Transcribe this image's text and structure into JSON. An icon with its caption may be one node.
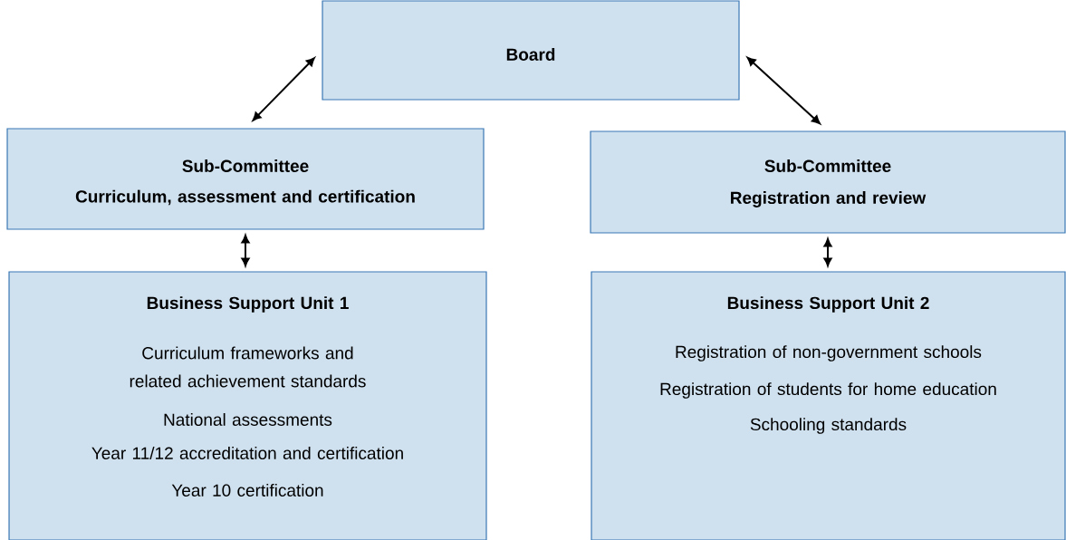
{
  "diagram": {
    "nodes": [
      {
        "text": [
          "Board"
        ]
      },
      {
        "text": [
          "Sub-Committee",
          "Curriculum, assessment and certification"
        ]
      },
      {
        "text": [
          "Sub-Committee",
          "Registration and review"
        ]
      },
      {
        "text": [
          "Business Support Unit 1",
          "Curriculum frameworks and related achievement standards",
          "National assessments",
          "Year 11/12 accreditation and certification",
          "Year 10 certification"
        ]
      },
      {
        "text": [
          "Business Support Unit 2",
          "Registration of non-government schools",
          "Registration of students for home education",
          "Schooling standards"
        ]
      }
    ],
    "edges": [
      {
        "from": 1,
        "to": 0,
        "arrow": "both"
      },
      {
        "from": 0,
        "to": 2,
        "arrow": "both"
      },
      {
        "from": 1,
        "to": 3,
        "arrow": "both"
      },
      {
        "from": 2,
        "to": 4,
        "arrow": "both"
      }
    ]
  }
}
